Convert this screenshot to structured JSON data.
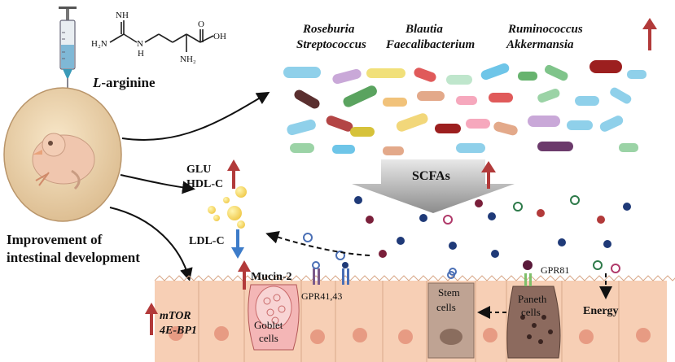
{
  "compound": {
    "name_prefix": "L",
    "name_suffix": "-arginine",
    "atoms": {
      "nh_top": "NH",
      "h2n_left": "H₂N",
      "n_h": "N",
      "h_under_n": "H",
      "o_top": "O",
      "oh": "OH",
      "nh2": "NH₂"
    }
  },
  "bacteria_labels": {
    "col1": [
      "Roseburia",
      "Streptococcus"
    ],
    "col2": [
      "Blautia",
      "Faecalibacterium"
    ],
    "col3": [
      "Ruminococcus",
      "Akkermansia"
    ]
  },
  "outcome": {
    "line1": "Improvement of",
    "line2": "intestinal development"
  },
  "metabolites": {
    "glu": "GLU",
    "hdl": "HDL-C",
    "ldl": "LDL-C"
  },
  "scfas": "SCFAs",
  "mucin": "Mucin-2",
  "receptors": {
    "gpr4143": "GPR41,43",
    "gpr81": "GPR81"
  },
  "cells": {
    "goblet": [
      "Goblet",
      "cells"
    ],
    "stem": [
      "Stem",
      "cells"
    ],
    "paneth": [
      "Paneth",
      "cells"
    ]
  },
  "energy": "Energy",
  "genes": [
    "mTOR",
    "4E-BP1"
  ],
  "colors": {
    "up_arrow": "#b23a3a",
    "down_arrow": "#3d7cc9",
    "outcome_text": "#8b2020",
    "cell_fill": "#f7cfb5",
    "nucleus": "#e79b83",
    "egg_fill": "#f2d9b5"
  }
}
